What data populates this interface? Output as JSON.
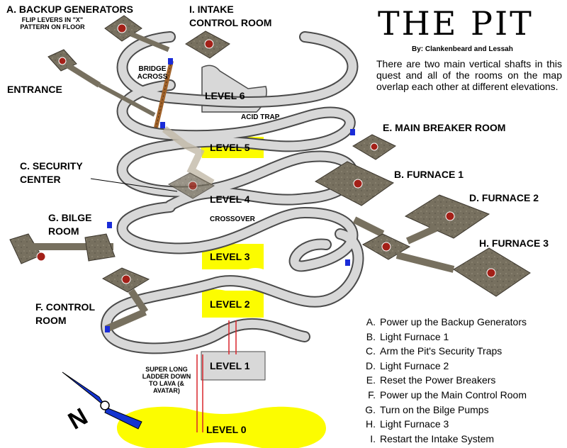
{
  "title": "THE PIT",
  "byline": "By: Clankenbeard and Lessah",
  "intro": "There are two main vertical shafts in this quest and all of the rooms on the map overlap each other at different elevations.",
  "rooms": {
    "a": "A. BACKUP GENERATORS",
    "a_note": "FLIP LEVERS IN \"X\" PATTERN ON FLOOR",
    "i_line1": "I. INTAKE",
    "i_line2": "CONTROL ROOM",
    "entrance": "ENTRANCE",
    "bridge": "BRIDGE ACROSS",
    "acid": "ACID TRAP",
    "e": "E. MAIN BREAKER ROOM",
    "b": "B. FURNACE 1",
    "c_line1": "C. SECURITY",
    "c_line2": "CENTER",
    "d": "D. FURNACE 2",
    "g_line1": "G. BILGE",
    "g_line2": "ROOM",
    "crossover": "CROSSOVER",
    "h": "H. FURNACE 3",
    "f_line1": "F. CONTROL",
    "f_line2": "ROOM",
    "ladder": "SUPER LONG LADDER DOWN TO LAVA (& AVATAR)"
  },
  "levels": [
    "LEVEL 6",
    "LEVEL 5",
    "LEVEL 4",
    "LEVEL 3",
    "LEVEL 2",
    "LEVEL 1",
    "LEVEL 0"
  ],
  "compass": "N",
  "quests": [
    {
      "key": "A.",
      "text": "Power up the Backup Generators"
    },
    {
      "key": "B.",
      "text": "Light Furnace 1"
    },
    {
      "key": "C.",
      "text": "Arm the Pit's Security Traps"
    },
    {
      "key": "D.",
      "text": "Light Furnace 2"
    },
    {
      "key": "E.",
      "text": "Reset the Power Breakers"
    },
    {
      "key": "F.",
      "text": "Power up the Main Control Room"
    },
    {
      "key": "G.",
      "text": "Turn on the Bilge Pumps"
    },
    {
      "key": "H.",
      "text": "Light Furnace 3"
    },
    {
      "key": "I.",
      "text": "Restart the Intake System"
    }
  ],
  "colors": {
    "shaft": "#d8d8d8",
    "shaft_edge": "#4a4a4a",
    "level_highlight": "#fcfc00",
    "room": "#77705f",
    "room_edge": "#3a352c",
    "door": "#1a2cd8",
    "bridge": "#a0622a",
    "ladder": "#d8242a",
    "lava": "#fcfc00",
    "compass_blue": "#1434d0"
  }
}
